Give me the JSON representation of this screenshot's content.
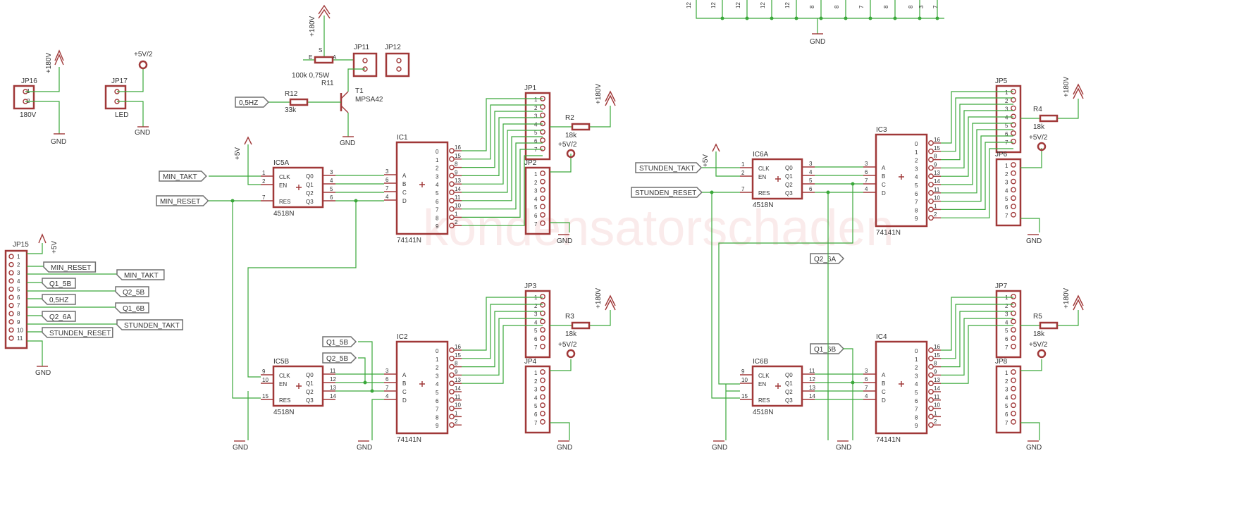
{
  "watermark": "kondensatorschaden",
  "labels": {
    "v180": "+180V",
    "v5": "+5V",
    "v5half": "+5V/2",
    "gnd": "GND"
  },
  "jumpers": {
    "jp16": {
      "name": "JP16",
      "value": "180V"
    },
    "jp17": {
      "name": "JP17",
      "value": "LED"
    },
    "jp11": "JP11",
    "jp12": "JP12",
    "jp1": "JP1",
    "jp2": "JP2",
    "jp3": "JP3",
    "jp4": "JP4",
    "jp5": "JP5",
    "jp6": "JP6",
    "jp7": "JP7",
    "jp8": "JP8",
    "jp15": "JP15"
  },
  "resistors": {
    "r11": {
      "name": "R11",
      "value": "100k 0,75W",
      "pins": [
        "E",
        "S",
        "A"
      ]
    },
    "r12": {
      "name": "R12",
      "value": "33k"
    },
    "r2": {
      "name": "R2",
      "value": "18k"
    },
    "r3": {
      "name": "R3",
      "value": "18k"
    },
    "r4": {
      "name": "R4",
      "value": "18k"
    },
    "r5": {
      "name": "R5",
      "value": "18k"
    }
  },
  "transistor": {
    "name": "T1",
    "value": "MPSA42"
  },
  "counters": {
    "ic5a": {
      "name": "IC5A",
      "part": "4518N",
      "pins": [
        "1",
        "2",
        "7",
        "3",
        "4",
        "5",
        "6"
      ]
    },
    "ic5b": {
      "name": "IC5B",
      "part": "4518N",
      "pins": [
        "9",
        "10",
        "15",
        "11",
        "12",
        "13",
        "14"
      ]
    },
    "ic6a": {
      "name": "IC6A",
      "part": "4518N",
      "pins": [
        "1",
        "2",
        "7",
        "3",
        "4",
        "5",
        "6"
      ]
    },
    "ic6b": {
      "name": "IC6B",
      "part": "4518N",
      "pins": [
        "9",
        "10",
        "15",
        "11",
        "12",
        "13",
        "14"
      ]
    },
    "pin_names": [
      "CLK",
      "EN",
      "RES",
      "Q0",
      "Q1",
      "Q2",
      "Q3"
    ]
  },
  "decoders": {
    "ic1": {
      "name": "IC1",
      "part": "74141N"
    },
    "ic2": {
      "name": "IC2",
      "part": "74141N"
    },
    "ic3": {
      "name": "IC3",
      "part": "74141N"
    },
    "ic4": {
      "name": "IC4",
      "part": "74141N"
    },
    "inputs": [
      "A",
      "B",
      "C",
      "D"
    ],
    "input_pins": [
      "3",
      "6",
      "7",
      "4"
    ],
    "outputs": [
      "0",
      "1",
      "2",
      "3",
      "4",
      "5",
      "6",
      "7",
      "8",
      "9"
    ],
    "output_pins": [
      "16",
      "15",
      "8",
      "9",
      "13",
      "14",
      "11",
      "10",
      "1",
      "2"
    ]
  },
  "connector_pins": [
    "1",
    "2",
    "3",
    "4",
    "5",
    "6",
    "7"
  ],
  "jp15_pins": [
    "1",
    "2",
    "3",
    "4",
    "5",
    "6",
    "7",
    "8",
    "9",
    "10",
    "11"
  ],
  "net_flags": {
    "sec_05hz": "0,5HZ",
    "min_takt": "MIN_TAKT",
    "min_reset": "MIN_RESET",
    "stunden_takt": "STUNDEN_TAKT",
    "stunden_reset": "STUNDEN_RESET",
    "q1_5b": "Q1_5B",
    "q2_5b": "Q2_5B",
    "q2_6a": "Q2_6A",
    "q1_6b": "Q1_6B"
  },
  "jp15_flags": [
    "MIN_RESET",
    "MIN_TAKT",
    "Q1_5B",
    "Q2_5B",
    "0,5HZ",
    "Q1_6B",
    "Q2_6A",
    "STUNDEN_TAKT",
    "STUNDEN_RESET"
  ],
  "top_partial_pins": [
    "12",
    "12",
    "12",
    "12",
    "12",
    "8",
    "8",
    "7",
    "8",
    "8",
    "3",
    "7"
  ]
}
